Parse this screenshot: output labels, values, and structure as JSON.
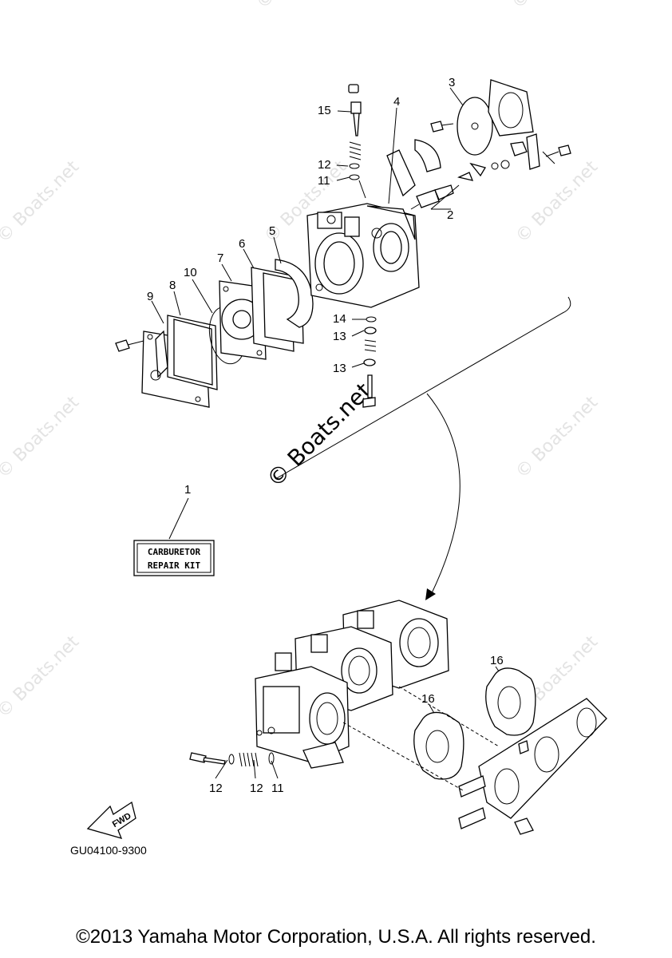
{
  "watermarks": [
    "© Boats.net",
    "© Boats.net",
    "© Boats.net",
    "© Boats.net",
    "© Boats.net",
    "© Boats.net",
    "© Boats.net",
    "© Boats.net",
    "© Boats.net",
    "© Boats.net"
  ],
  "center_watermark": "© Boats.net",
  "callouts": {
    "c1": "1",
    "c2": "2",
    "c3": "3",
    "c4": "4",
    "c5": "5",
    "c6": "6",
    "c7": "7",
    "c8": "8",
    "c9": "9",
    "c10": "10",
    "c11a": "11",
    "c11b": "11",
    "c12a": "12",
    "c12b": "12",
    "c12c": "12",
    "c13a": "13",
    "c13b": "13",
    "c14": "14",
    "c15": "15",
    "c16a": "16",
    "c16b": "16"
  },
  "repair_kit": {
    "line1": "CARBURETOR",
    "line2": "REPAIR KIT"
  },
  "fwd_label": "FWD",
  "diagram_code": "GU04100-9300",
  "copyright": "©2013 Yamaha Motor Corporation, U.S.A. All rights reserved."
}
